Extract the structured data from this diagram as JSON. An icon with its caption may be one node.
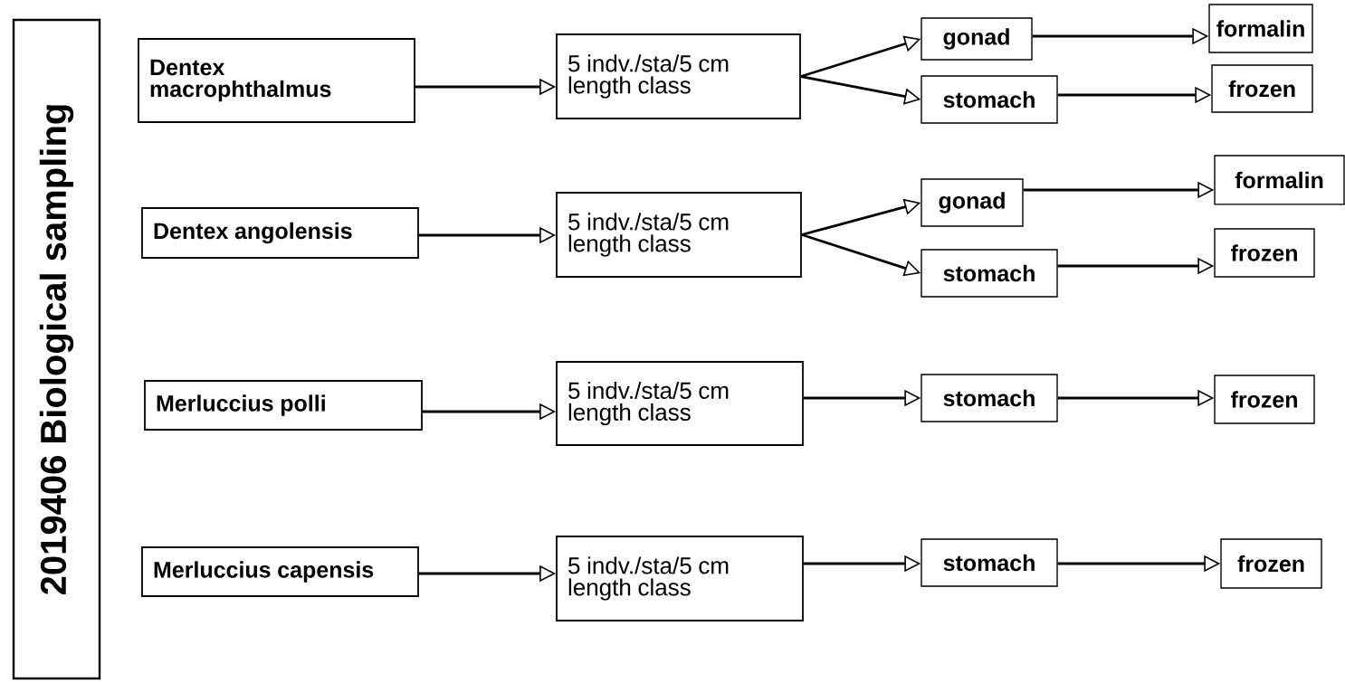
{
  "diagram": {
    "nodes": [
      {
        "text": [
          "2019406 Biological sampling"
        ]
      },
      {
        "text": [
          "Dentex macrophthalmus"
        ]
      },
      {
        "text": [
          "5 indv./sta/5 cm length class"
        ]
      },
      {
        "text": [
          "gonad"
        ]
      },
      {
        "text": [
          "stomach"
        ]
      },
      {
        "text": [
          "formalin"
        ]
      },
      {
        "text": [
          "frozen"
        ]
      },
      {
        "text": [
          "Dentex angolensis"
        ]
      },
      {
        "text": [
          "5 indv./sta/5 cm length class"
        ]
      },
      {
        "text": [
          "gonad"
        ]
      },
      {
        "text": [
          "stomach"
        ]
      },
      {
        "text": [
          "formalin"
        ]
      },
      {
        "text": [
          "frozen"
        ]
      },
      {
        "text": [
          "Merluccius polli"
        ]
      },
      {
        "text": [
          "5 indv./sta/5 cm length class"
        ]
      },
      {
        "text": [
          "stomach"
        ]
      },
      {
        "text": [
          "frozen"
        ]
      },
      {
        "text": [
          "Merluccius capensis"
        ]
      },
      {
        "text": [
          "5 indv./sta/5 cm length class"
        ]
      },
      {
        "text": [
          "stomach"
        ]
      },
      {
        "text": [
          "frozen"
        ]
      }
    ],
    "edges": [
      {
        "from": 1,
        "to": 2,
        "arrow": "to"
      },
      {
        "from": 2,
        "to": 3,
        "arrow": "to"
      },
      {
        "from": 2,
        "to": 4,
        "arrow": "to"
      },
      {
        "from": 3,
        "to": 5,
        "arrow": "to"
      },
      {
        "from": 4,
        "to": 6,
        "arrow": "to"
      },
      {
        "from": 7,
        "to": 8,
        "arrow": "to"
      },
      {
        "from": 8,
        "to": 9,
        "arrow": "to"
      },
      {
        "from": 8,
        "to": 10,
        "arrow": "to"
      },
      {
        "from": 9,
        "to": 11,
        "arrow": "to"
      },
      {
        "from": 10,
        "to": 12,
        "arrow": "to"
      },
      {
        "from": 13,
        "to": 14,
        "arrow": "to"
      },
      {
        "from": 14,
        "to": 15,
        "arrow": "to"
      },
      {
        "from": 15,
        "to": 16,
        "arrow": "to"
      },
      {
        "from": 17,
        "to": 18,
        "arrow": "to"
      },
      {
        "from": 18,
        "to": 19,
        "arrow": "to"
      },
      {
        "from": 19,
        "to": 20,
        "arrow": "to"
      }
    ]
  }
}
